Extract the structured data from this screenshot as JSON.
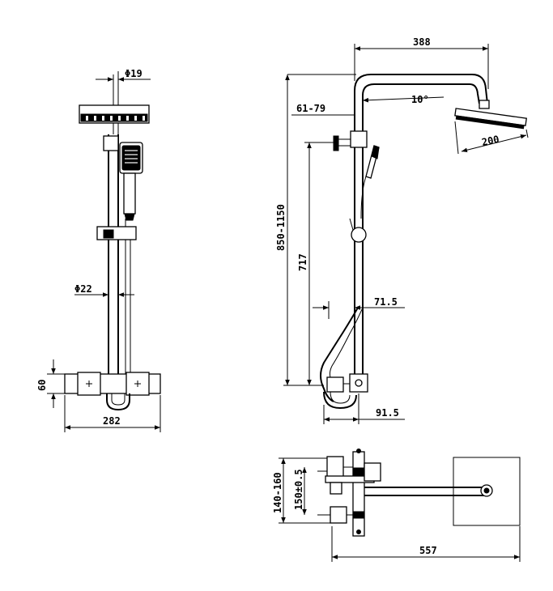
{
  "front_view": {
    "dim_pipe_top": "Φ19",
    "dim_pipe_main": "Φ22",
    "dim_mixer_height": "60",
    "dim_mixer_width": "282"
  },
  "side_view": {
    "dim_arm_reach": "388",
    "dim_arm_angle": "10°",
    "dim_head_size": "200",
    "dim_arm_drop": "61-79",
    "dim_total_height": "850-1150",
    "dim_handset_height": "717",
    "dim_hose_offset": "71.5",
    "dim_wall_offset": "91.5"
  },
  "top_view": {
    "dim_inlet_range": "140-160",
    "dim_inlet_center": "150±0.5",
    "dim_total_depth": "557"
  }
}
